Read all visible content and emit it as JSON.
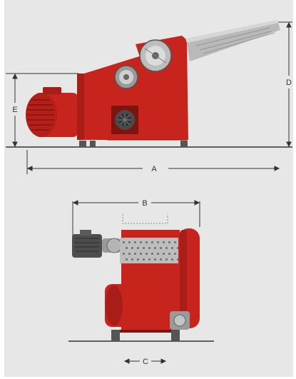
{
  "dimensions": {
    "A": "A",
    "B": "B",
    "C": "C",
    "D": "D",
    "E": "E"
  },
  "colors": {
    "background": "#e7e7e7",
    "machine_red": "#c8241e",
    "machine_red_dark": "#8f1512",
    "motor_grey": "#5a5a5a",
    "hopper_grey": "#b9b9b9",
    "dimension_line": "#333333"
  },
  "views": [
    "side-view",
    "end-view"
  ]
}
